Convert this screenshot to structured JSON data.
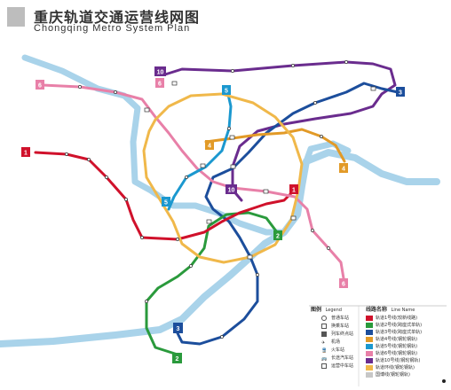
{
  "title": {
    "zh": "重庆轨道交通运营线网图",
    "en": "Chongqing Metro System Plan"
  },
  "lines": [
    {
      "id": "1",
      "color": "#d0112b"
    },
    {
      "id": "2",
      "color": "#2a9a3c"
    },
    {
      "id": "3",
      "color": "#1c4e9c"
    },
    {
      "id": "4",
      "color": "#e29a27"
    },
    {
      "id": "5",
      "color": "#1b98cf"
    },
    {
      "id": "6",
      "color": "#e880a8"
    },
    {
      "id": "10",
      "color": "#6a2c8e"
    },
    {
      "id": "环",
      "color": "#f0b84a"
    }
  ],
  "legend": {
    "symbols_title": "图例",
    "symbols_title_en": "Legend",
    "symbols": [
      "普通车站",
      "换乘车站",
      "列车终点站",
      "机场",
      "火车站",
      "长途汽车站",
      "运营中车站"
    ],
    "lines_title": "线路名称",
    "lines_title_en": "Line Name",
    "line_entries": [
      "轨道1号线(较新线路)",
      "轨道2号线(跨座式单轨)",
      "轨道3号线(跨座式单轨)",
      "轨道4号线(钢轮钢轨)",
      "轨道5号线(钢轮钢轨)",
      "轨道6号线(钢轮钢轨)",
      "轨道10号线(钢轮钢轨)",
      "轨道环线(钢轮钢轨)",
      "国博线(钢轮钢轨)"
    ]
  }
}
